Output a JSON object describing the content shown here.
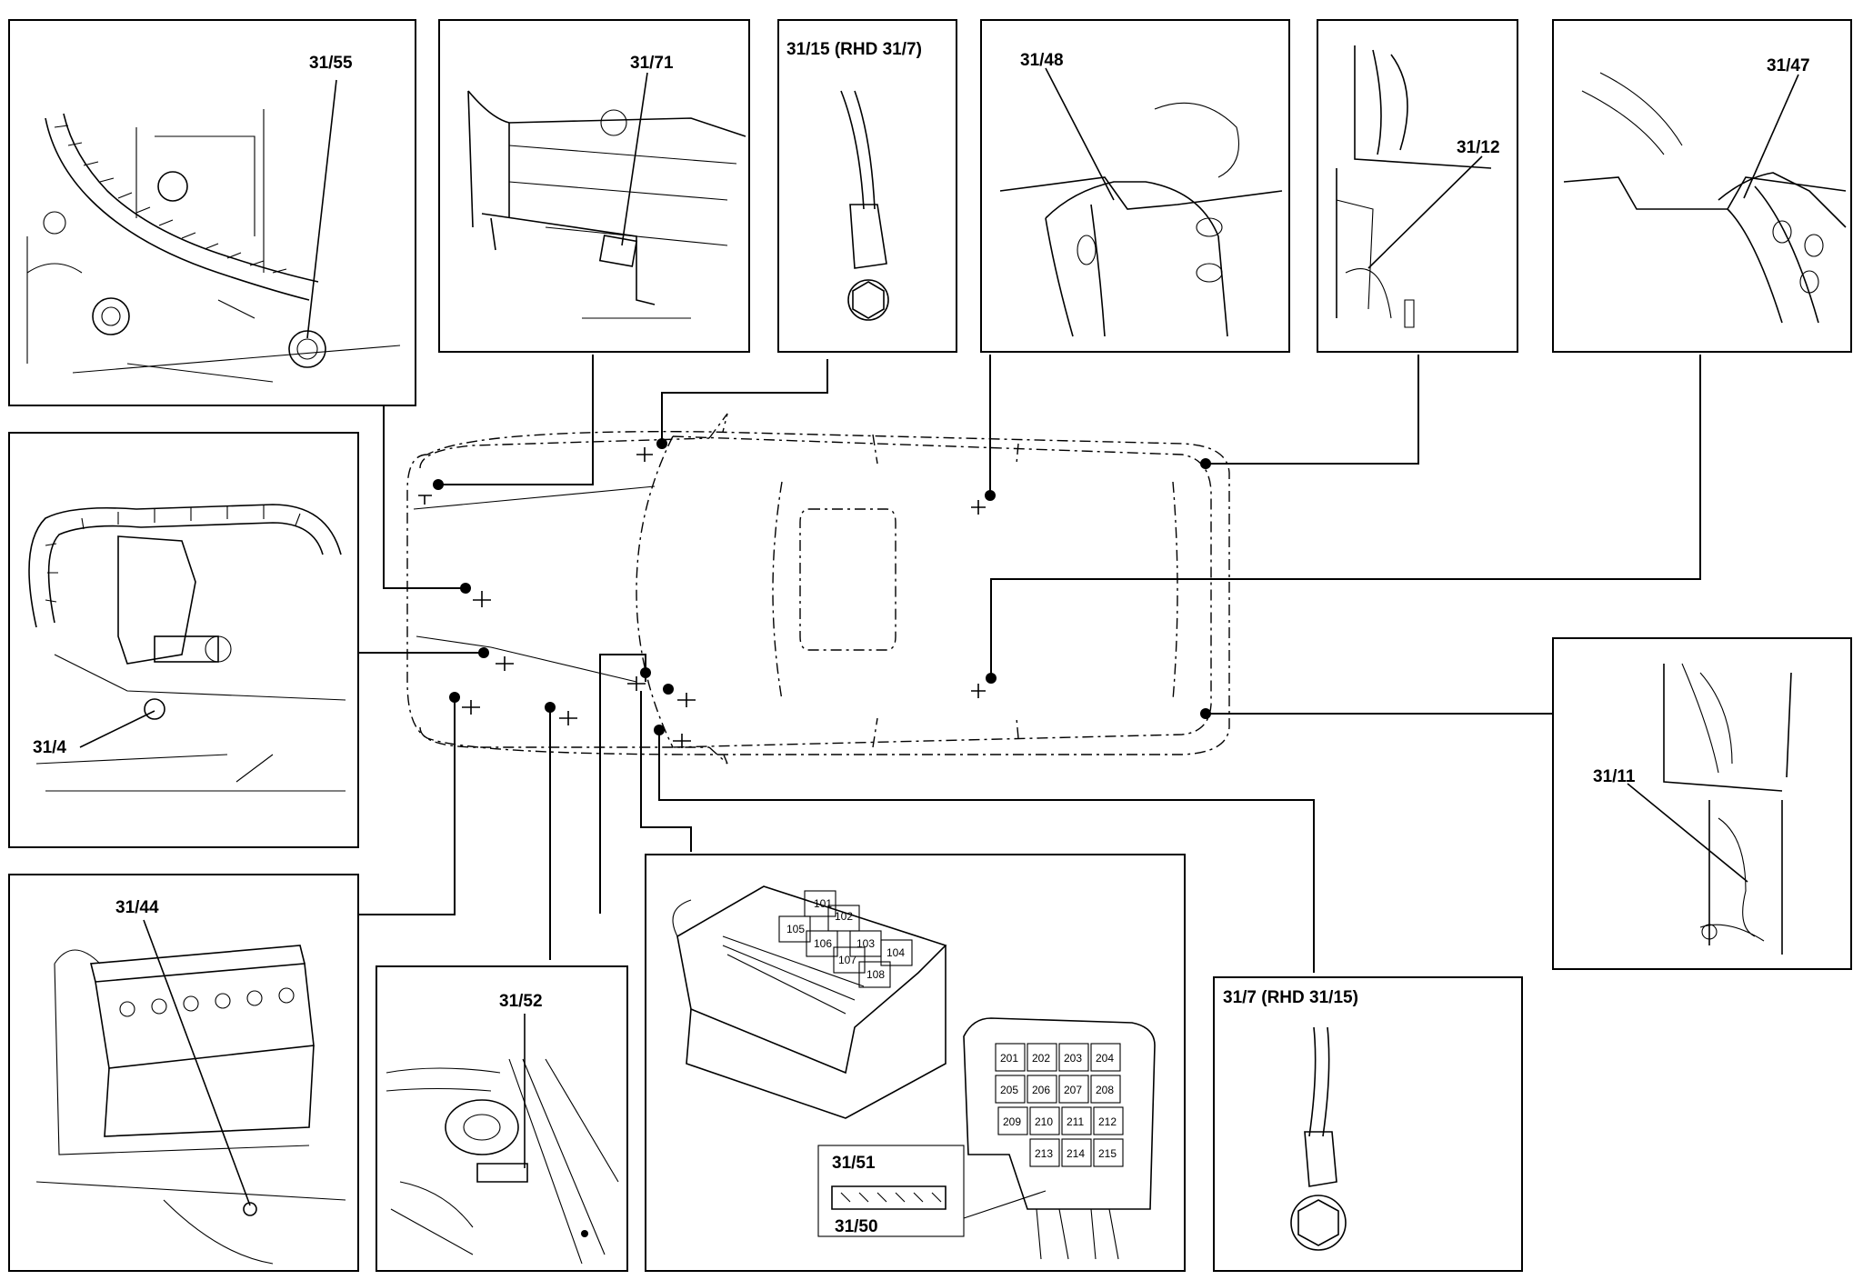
{
  "ground_points": {
    "p31_55": "31/55",
    "p31_71": "31/71",
    "p31_15": "31/15 (RHD 31/7)",
    "p31_48": "31/48",
    "p31_12": "31/12",
    "p31_47": "31/47",
    "p31_4": "31/4",
    "p31_11": "31/11",
    "p31_44": "31/44",
    "p31_52": "31/52",
    "p31_7": "31/7 (RHD 31/15)",
    "p31_51": "31/51",
    "p31_50": "31/50"
  },
  "relay_box_1": [
    "101",
    "102",
    "105",
    "106",
    "103",
    "107",
    "104",
    "108"
  ],
  "relay_box_2": [
    "201",
    "202",
    "203",
    "204",
    "205",
    "206",
    "207",
    "208",
    "209",
    "210",
    "211",
    "212",
    "213",
    "214",
    "215"
  ]
}
